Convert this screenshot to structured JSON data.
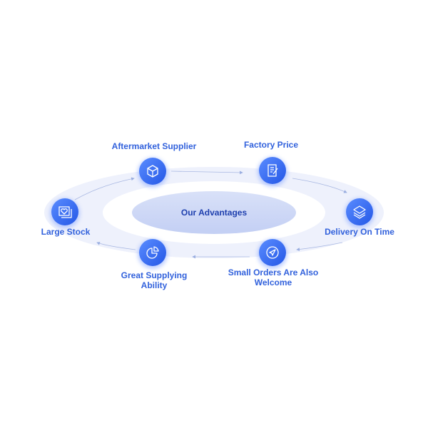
{
  "title": "Our Advantages",
  "colors": {
    "accent": "#3b6ff0",
    "label": "#3161dc",
    "center_text": "#1e3fae"
  },
  "items": [
    {
      "label": "Aftermarket Supplier",
      "icon": "cube-icon"
    },
    {
      "label": "Factory Price",
      "icon": "document-edit-icon"
    },
    {
      "label": "Delivery On Time",
      "icon": "layers-icon"
    },
    {
      "label": "Small Orders Are Also",
      "label2": "Welcome",
      "icon": "paper-plane-icon"
    },
    {
      "label": "Great Supplying",
      "label2": "Ability",
      "icon": "pie-chart-icon"
    },
    {
      "label": "Large Stock",
      "icon": "heart-photo-icon"
    }
  ]
}
